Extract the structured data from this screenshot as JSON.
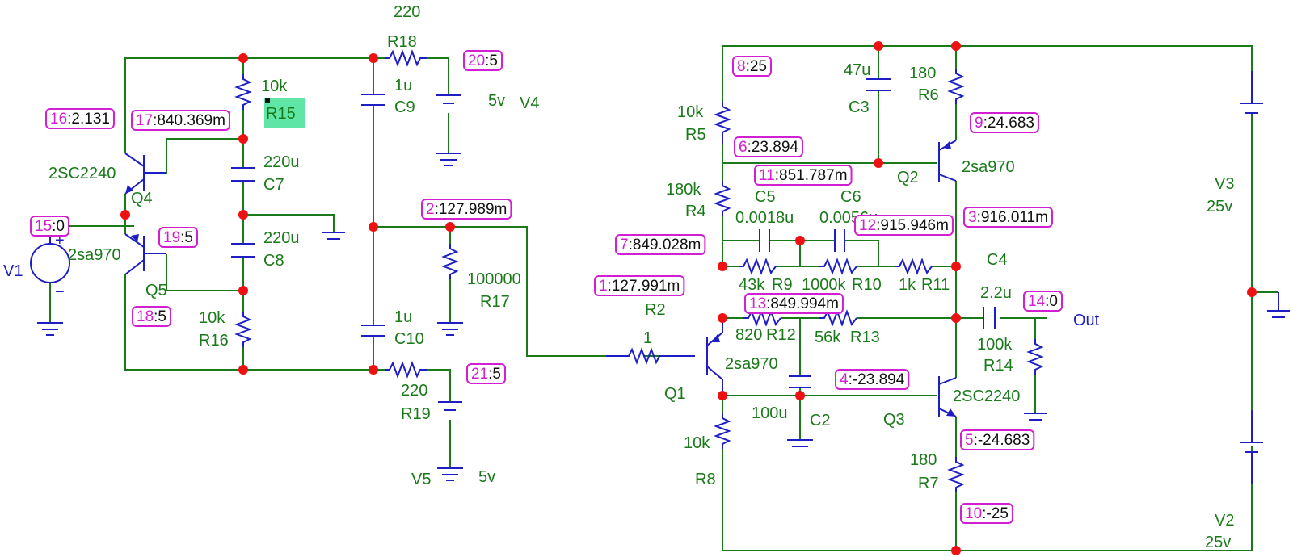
{
  "colors": {
    "wire": "#1a7a1a",
    "component": "#1d1fc4",
    "node": "#ee1111",
    "tag_border": "#d21fd2",
    "tag_number": "#d21fd2",
    "highlight": "#5fe6a6"
  },
  "components": {
    "V1": {
      "name": "V1"
    },
    "V2": {
      "name": "V2",
      "value": "25v"
    },
    "V3": {
      "name": "V3",
      "value": "25v"
    },
    "V4": {
      "name": "V4",
      "value": "5v"
    },
    "V5": {
      "name": "V5",
      "value": "5v"
    },
    "R2": {
      "name": "R2",
      "value": "1"
    },
    "R4": {
      "name": "R4",
      "value": "180k"
    },
    "R5": {
      "name": "R5",
      "value": "10k"
    },
    "R6": {
      "name": "R6",
      "value": "180"
    },
    "R7": {
      "name": "R7",
      "value": "180"
    },
    "R8": {
      "name": "R8",
      "value": "10k"
    },
    "R9": {
      "name": "R9",
      "value": "43k"
    },
    "R10": {
      "name": "R10",
      "value": "1000k"
    },
    "R11": {
      "name": "R11",
      "value": "1k"
    },
    "R12": {
      "name": "R12",
      "value": "820"
    },
    "R13": {
      "name": "R13",
      "value": "56k"
    },
    "R14": {
      "name": "R14",
      "value": "100k"
    },
    "R15": {
      "name": "R15",
      "value": "10k"
    },
    "R16": {
      "name": "R16",
      "value": "10k"
    },
    "R17": {
      "name": "R17",
      "value": "100000"
    },
    "R18": {
      "name": "R18",
      "value": "220"
    },
    "R19": {
      "name": "R19",
      "value": "220"
    },
    "C2": {
      "name": "C2",
      "value": "100u"
    },
    "C3": {
      "name": "C3",
      "value": "47u"
    },
    "C4": {
      "name": "C4",
      "value": "2.2u"
    },
    "C5": {
      "name": "C5",
      "value": "0.0018u"
    },
    "C6": {
      "name": "C6",
      "value": "0.0056u"
    },
    "C7": {
      "name": "C7",
      "value": "220u"
    },
    "C8": {
      "name": "C8",
      "value": "220u"
    },
    "C9": {
      "name": "C9",
      "value": "1u"
    },
    "C10": {
      "name": "C10",
      "value": "1u"
    },
    "Q1": {
      "name": "Q1",
      "value": "2sa970"
    },
    "Q2": {
      "name": "Q2",
      "value": "2sa970"
    },
    "Q3": {
      "name": "Q3",
      "value": "2SC2240"
    },
    "Q4": {
      "name": "Q4",
      "value": "2SC2240"
    },
    "Q5": {
      "name": "Q5",
      "value": "2sa970"
    }
  },
  "output_label": "Out",
  "node_tags": [
    {
      "num": "1",
      "value": "127.991m"
    },
    {
      "num": "2",
      "value": "127.989m"
    },
    {
      "num": "3",
      "value": "916.011m"
    },
    {
      "num": "4",
      "value": "-23.894"
    },
    {
      "num": "5",
      "value": "-24.683"
    },
    {
      "num": "6",
      "value": "23.894"
    },
    {
      "num": "7",
      "value": "849.028m"
    },
    {
      "num": "8",
      "value": "25"
    },
    {
      "num": "9",
      "value": "24.683"
    },
    {
      "num": "10",
      "value": "-25"
    },
    {
      "num": "11",
      "value": "851.787m"
    },
    {
      "num": "12",
      "value": "915.946m"
    },
    {
      "num": "13",
      "value": "849.994m"
    },
    {
      "num": "14",
      "value": "0"
    },
    {
      "num": "15",
      "value": "0"
    },
    {
      "num": "16",
      "value": "2.131"
    },
    {
      "num": "17",
      "value": "840.369m"
    },
    {
      "num": "18",
      "value": "5"
    },
    {
      "num": "19",
      "value": "5"
    },
    {
      "num": "20",
      "value": "5"
    },
    {
      "num": "21",
      "value": "5"
    }
  ]
}
